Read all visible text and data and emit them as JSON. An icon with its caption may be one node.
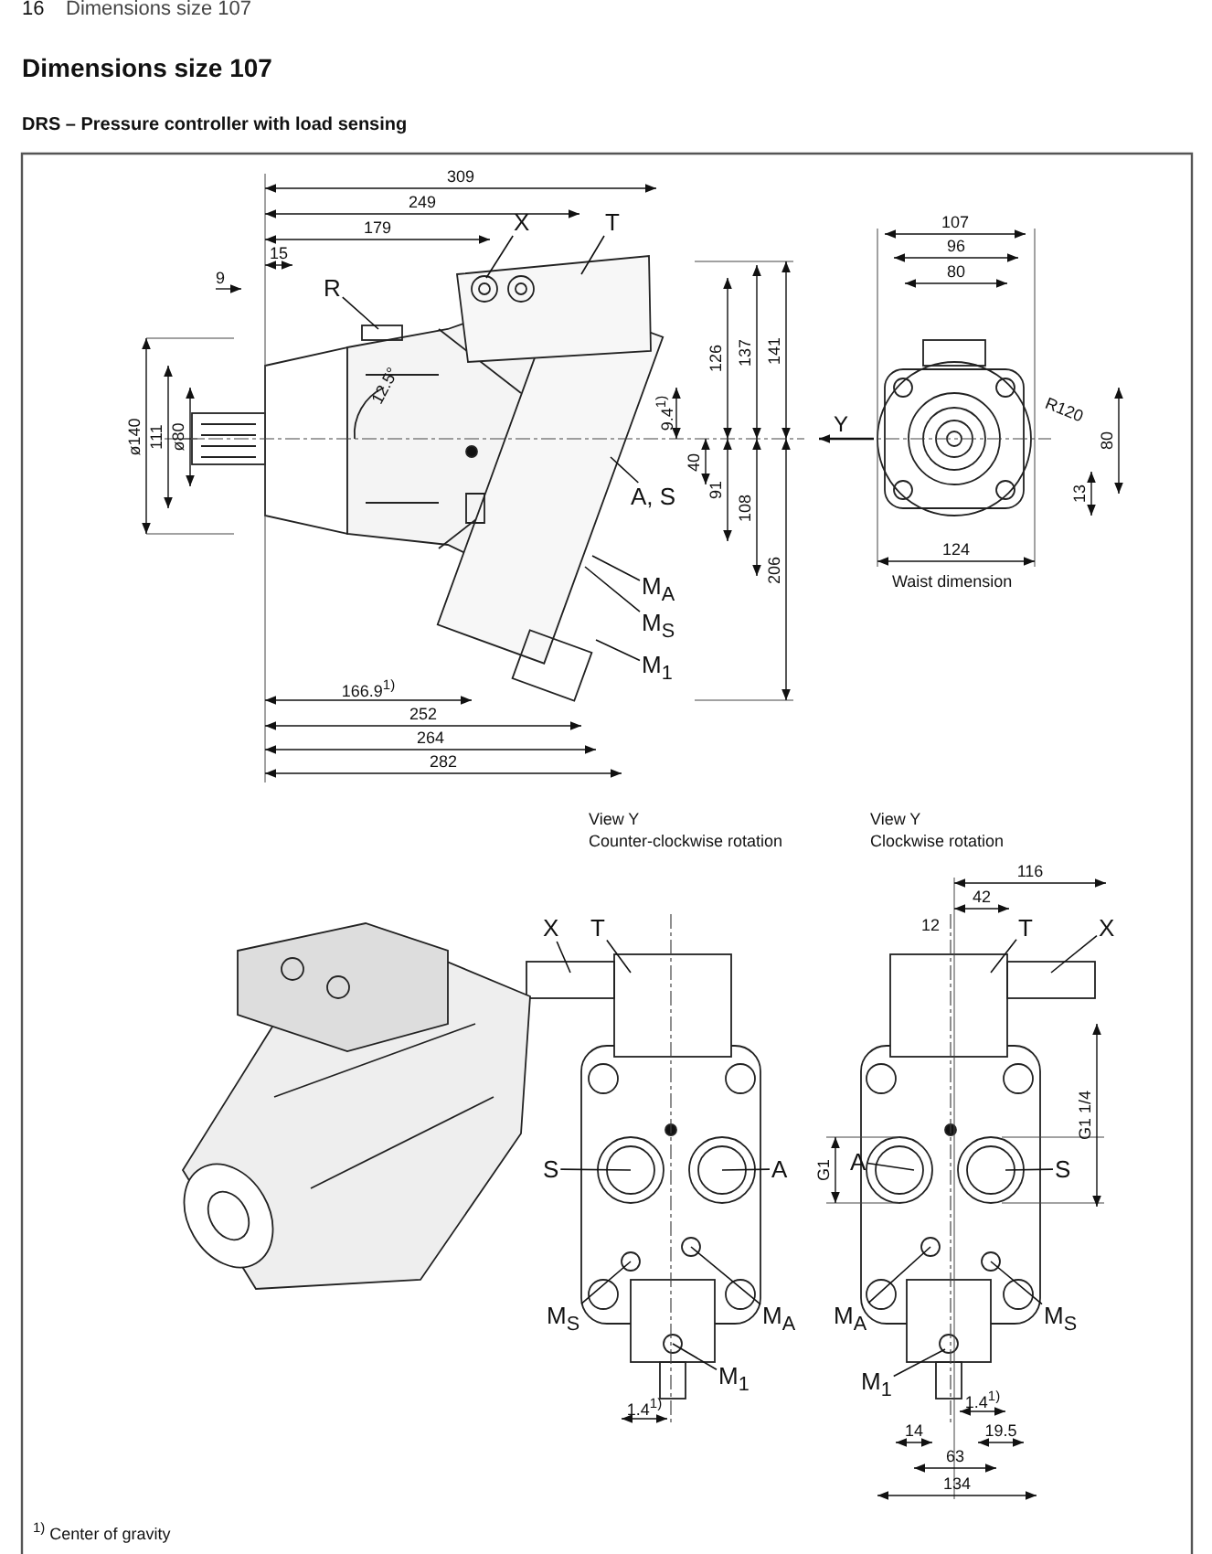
{
  "diagram": {
    "title": "Dimensions size 107",
    "nodes": [
      {
        "text": [
          "X"
        ]
      },
      {
        "text": [
          "T"
        ]
      },
      {
        "text": [
          "R"
        ]
      },
      {
        "text": [
          "A, S"
        ]
      },
      {
        "text": [
          "M$_{A}$"
        ]
      },
      {
        "text": [
          "M$_{S}$"
        ]
      },
      {
        "text": [
          "M$_{1}$"
        ]
      },
      {
        "text": [
          "X"
        ]
      },
      {
        "text": [
          "T"
        ]
      },
      {
        "text": [
          "S"
        ]
      },
      {
        "text": [
          "A"
        ]
      },
      {
        "text": [
          "M$_{S}$"
        ]
      },
      {
        "text": [
          "M$_{A}$"
        ]
      },
      {
        "text": [
          "M$_{1}$"
        ]
      },
      {
        "text": [
          "T"
        ]
      },
      {
        "text": [
          "X"
        ]
      },
      {
        "text": [
          "A"
        ]
      },
      {
        "text": [
          "S"
        ]
      },
      {
        "text": [
          "M$_{A}$"
        ]
      },
      {
        "text": [
          "M$_{S}$"
        ]
      },
      {
        "text": [
          "M$_{1}$"
        ]
      }
    ],
    "edges": [
      {
        "from": 0,
        "to": null,
        "arrow": "none"
      },
      {
        "from": 1,
        "to": null,
        "arrow": "none"
      },
      {
        "from": 2,
        "to": null,
        "arrow": "none"
      },
      {
        "from": 3,
        "to": null,
        "arrow": "none"
      },
      {
        "from": 4,
        "to": null,
        "arrow": "none"
      },
      {
        "from": 5,
        "to": null,
        "arrow": "none"
      },
      {
        "from": 6,
        "to": null,
        "arrow": "none"
      },
      {
        "from": 7,
        "to": null,
        "arrow": "none"
      },
      {
        "from": 8,
        "to": null,
        "arrow": "none"
      },
      {
        "from": 9,
        "to": null,
        "arrow": "none"
      },
      {
        "from": 10,
        "to": null,
        "arrow": "none"
      },
      {
        "from": 11,
        "to": null,
        "arrow": "none"
      },
      {
        "from": 12,
        "to": null,
        "arrow": "none"
      },
      {
        "from": 13,
        "to": null,
        "arrow": "none"
      },
      {
        "from": 14,
        "to": null,
        "arrow": "none"
      },
      {
        "from": 15,
        "to": null,
        "arrow": "none"
      },
      {
        "from": 16,
        "to": null,
        "arrow": "none"
      },
      {
        "from": 17,
        "to": null,
        "arrow": "none"
      },
      {
        "from": 18,
        "to": null,
        "arrow": "none"
      },
      {
        "from": 19,
        "to": null,
        "arrow": "none"
      },
      {
        "from": 20,
        "to": null,
        "arrow": "none"
      }
    ],
    "labels": [
      "16",
      "Dimensions size 107",
      "DRS – Pressure controller with load sensing",
      "309",
      "249",
      "179",
      "15",
      "9",
      "ø140",
      "111",
      "ø80",
      "12.5°",
      "126",
      "137",
      "141",
      "9.4$^{1)}$",
      "40",
      "91",
      "108",
      "206",
      "166.9$^{1)}$",
      "252",
      "264",
      "282",
      "107",
      "96",
      "80",
      "Y",
      "R120",
      "13",
      "80",
      "124",
      "Waist dimension",
      "View Y",
      "Counter-clockwise rotation",
      "View Y",
      "Clockwise rotation",
      "116",
      "42",
      "12",
      "G1",
      "G1 1/4",
      "1.4$^{1)}$",
      "1.4$^{1)}$",
      "14",
      "19.5",
      "63",
      "134",
      "$^{1)}$ Center of gravity"
    ]
  }
}
